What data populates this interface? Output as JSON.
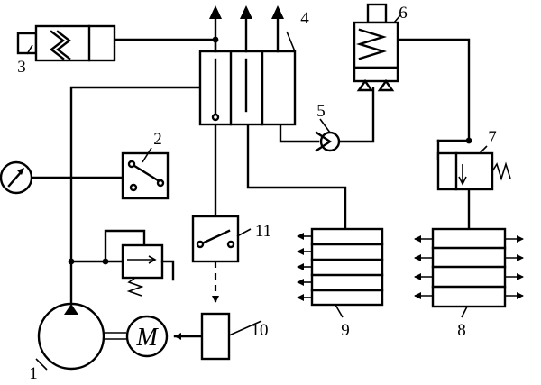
{
  "labels": {
    "pump": "1",
    "pressure_switch": "2",
    "cylinder": "3",
    "main_valve": "4",
    "check_valve": "5",
    "solenoid_valve": "6",
    "pressure_reducing_valve": "7",
    "manifold_right": "8",
    "manifold_left": "9",
    "controller": "10",
    "switch_lower": "11"
  },
  "motor_letter": "M",
  "colors": {
    "ink": "#000000",
    "background": "#ffffff"
  }
}
